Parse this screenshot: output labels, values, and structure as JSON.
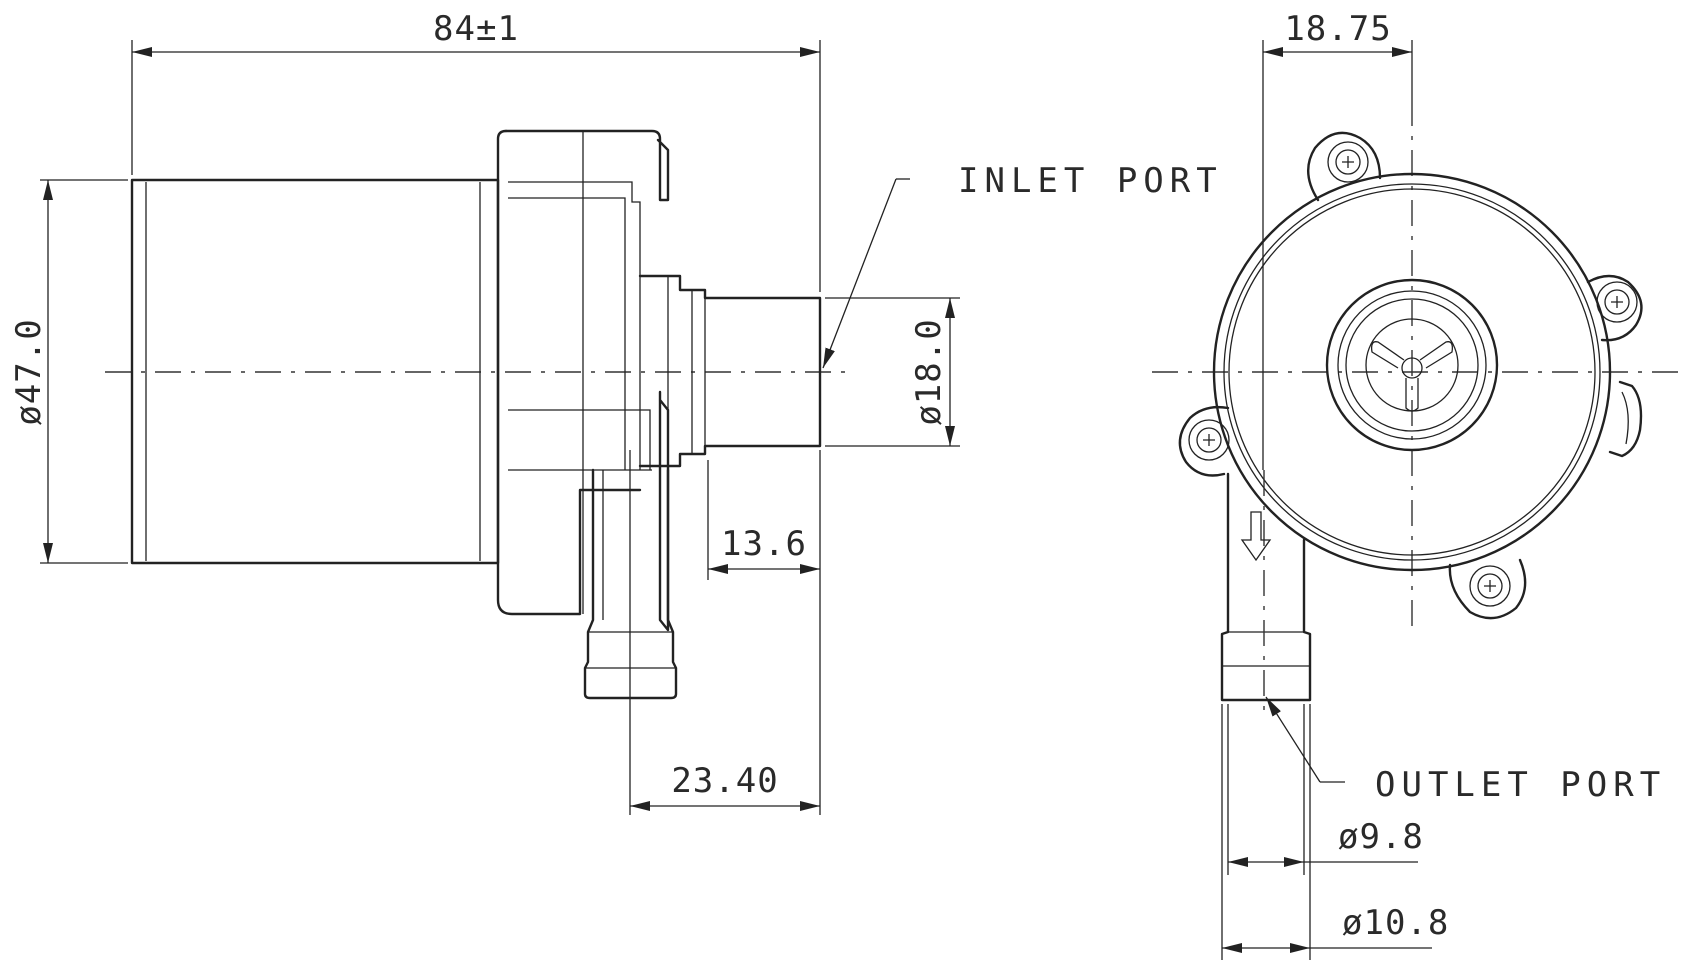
{
  "dimensions": {
    "overall_length": "84±1",
    "body_diameter": "ø47.0",
    "inlet_diameter": "ø18.0",
    "inlet_length": "13.6",
    "outlet_offset": "23.40",
    "center_offset": "18.75",
    "outlet_inner_diameter": "ø9.8",
    "outlet_outer_diameter": "ø10.8"
  },
  "labels": {
    "inlet_port": "INLET PORT",
    "outlet_port": "OUTLET PORT"
  }
}
